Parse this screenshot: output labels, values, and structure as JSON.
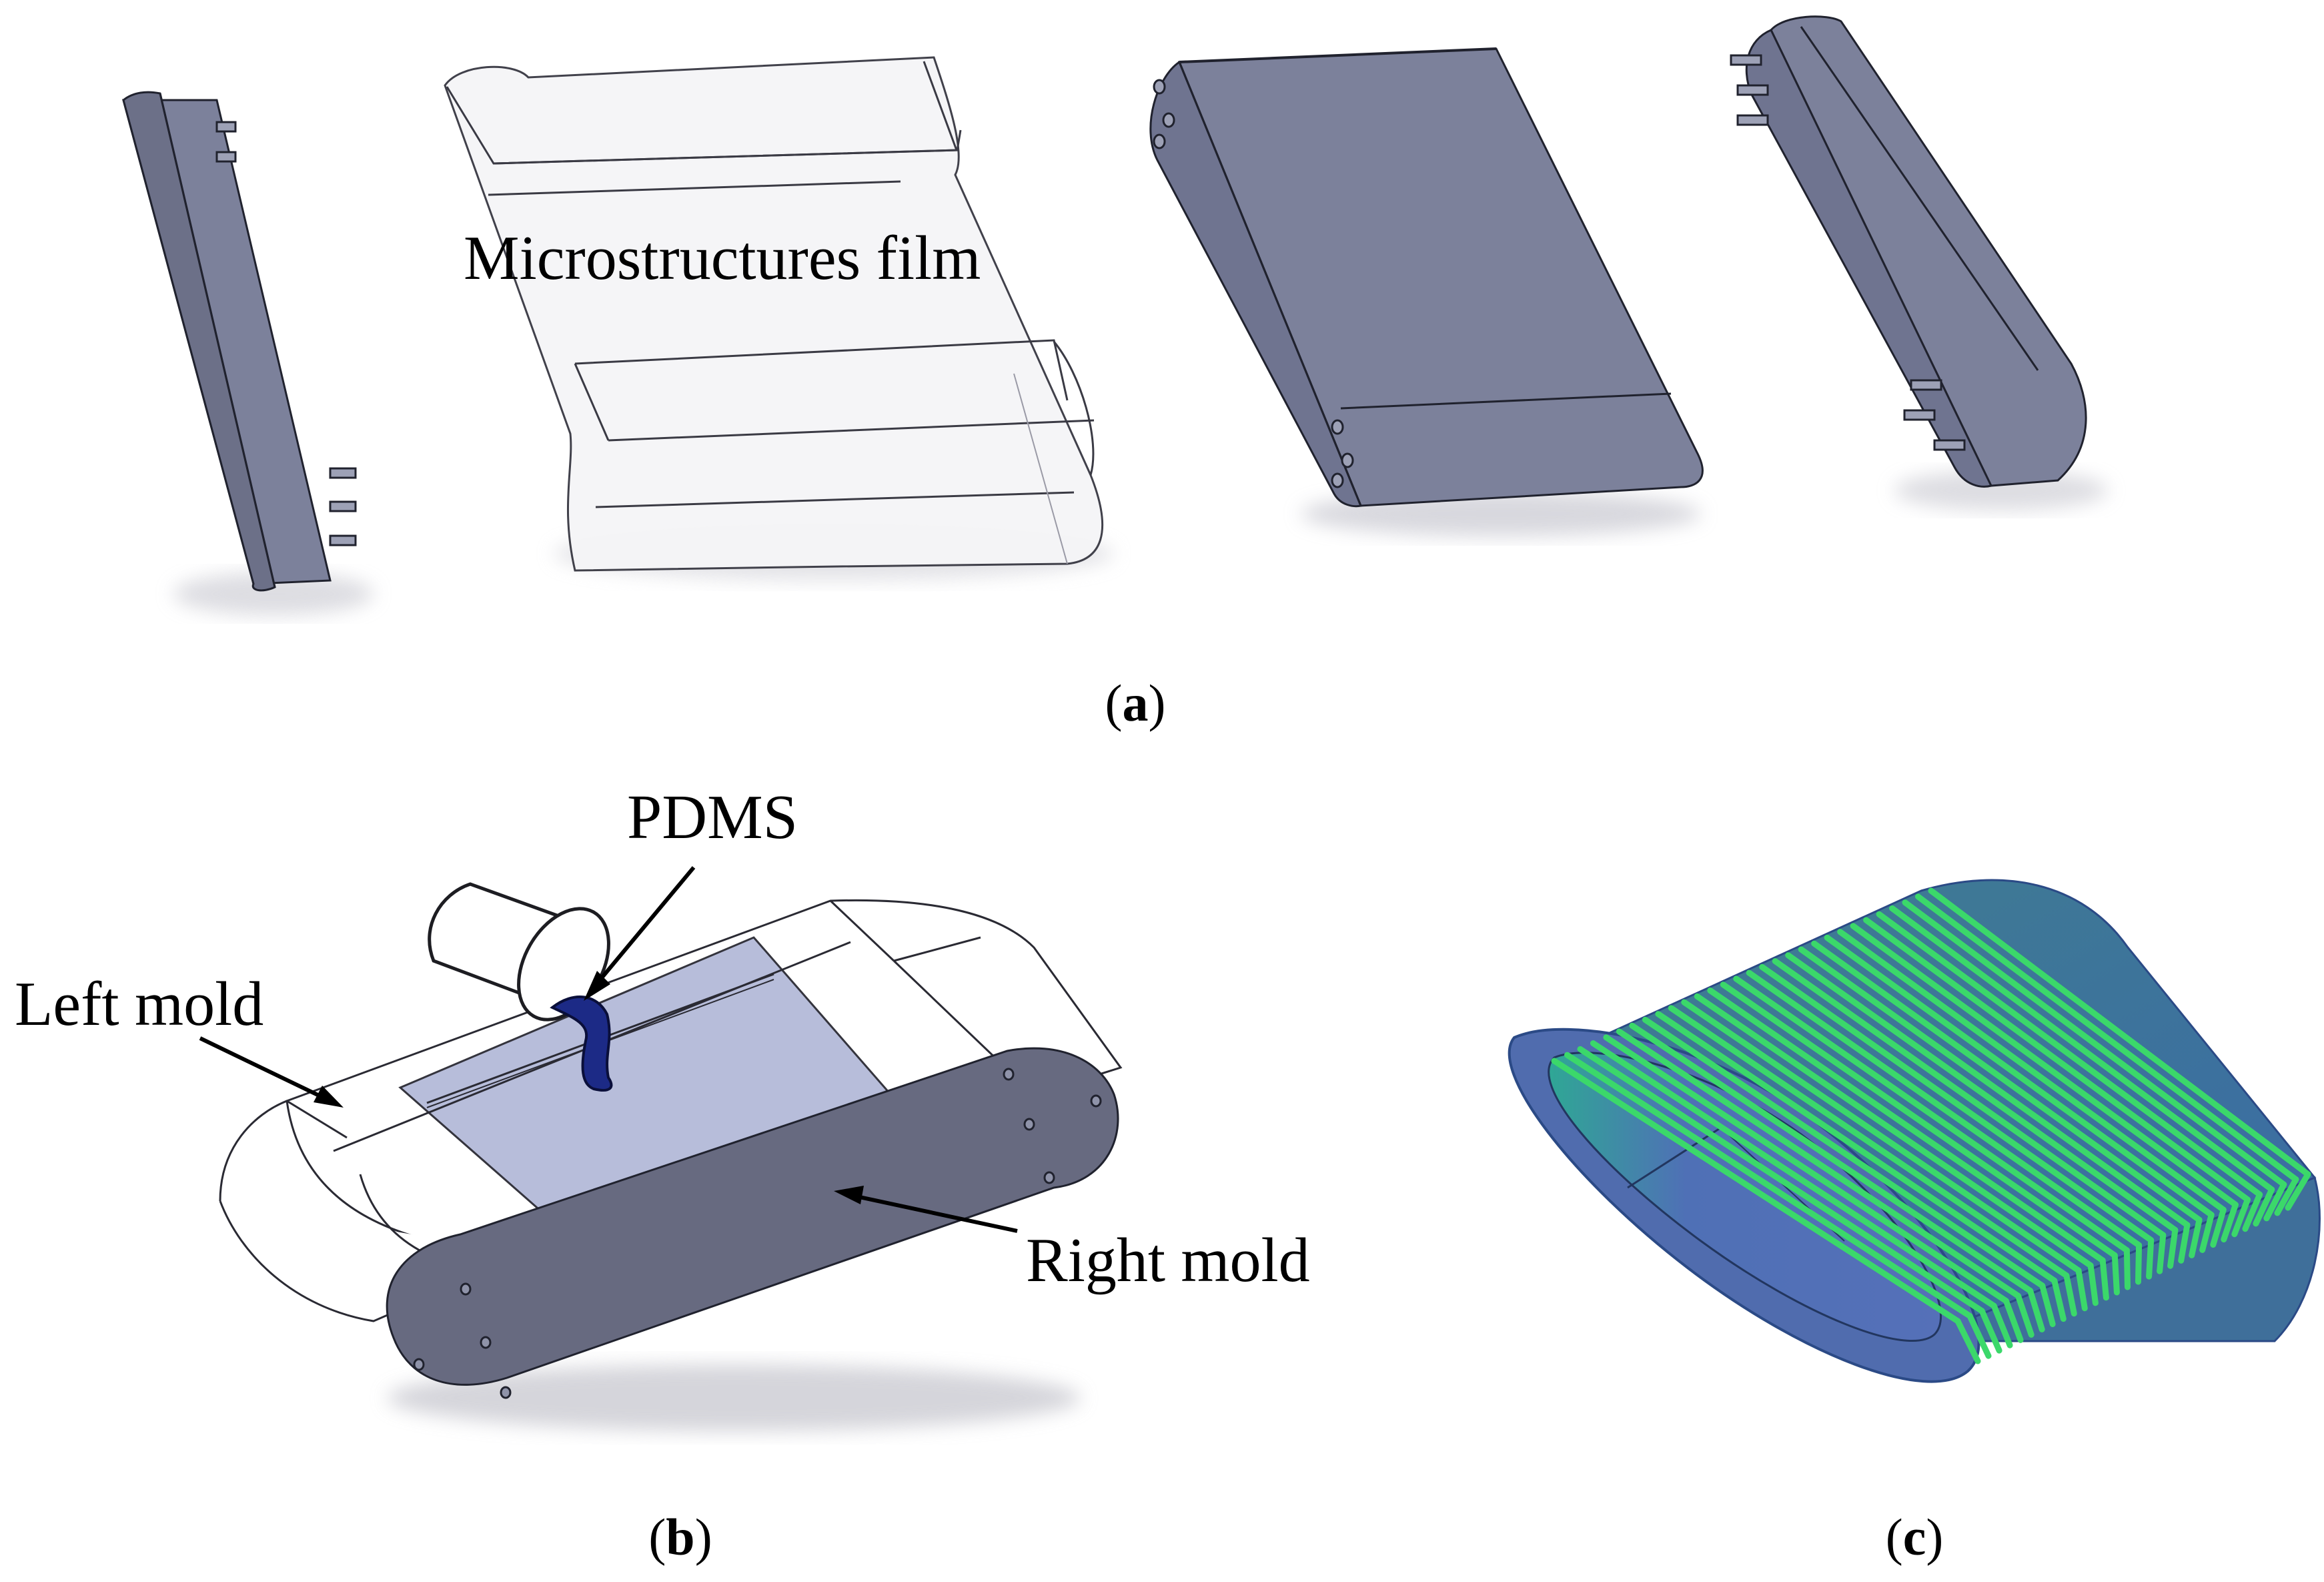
{
  "labels": {
    "film": "Microstructures film",
    "pdms": "PDMS",
    "left_mold": "Left mold",
    "right_mold": "Right mold"
  },
  "captions": {
    "a": {
      "open": "(",
      "letter": "a",
      "close": ")"
    },
    "b": {
      "open": "(",
      "letter": "b",
      "close": ")"
    },
    "c": {
      "open": "(",
      "letter": "c",
      "close": ")"
    }
  },
  "colors": {
    "mold_slate": "#7c819b",
    "mold_dark": "#676a80",
    "mold_edge": "#20222e",
    "film_fill": "#f5f5f7",
    "cavity_tint": "#b4bad9",
    "pdms_blue": "#1c2a86",
    "product_blue": "#506cae",
    "rib_green": "#3bd86a",
    "product_outline": "#2b4a86"
  }
}
